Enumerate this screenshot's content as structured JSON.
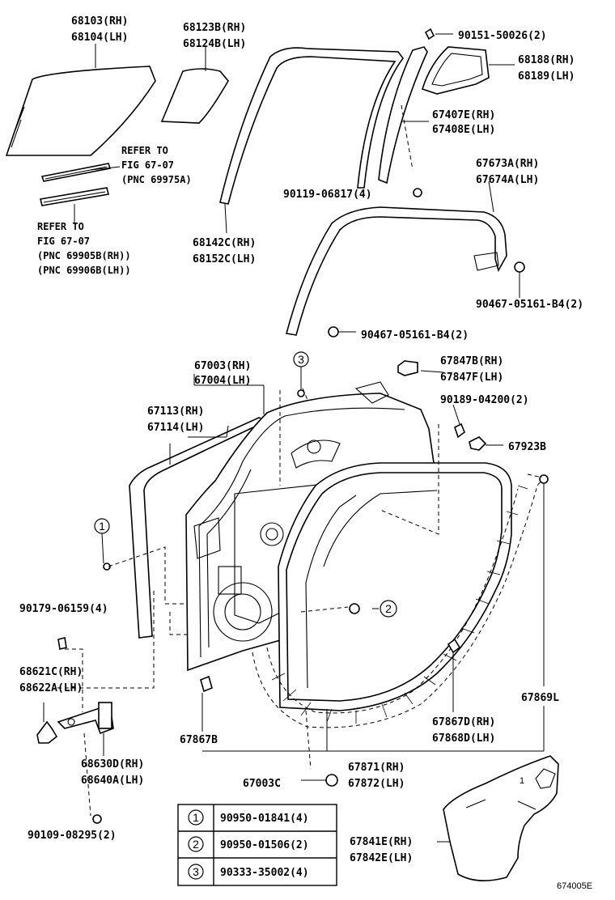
{
  "labels": {
    "l68103": "68103(RH)",
    "l68104": "68104(LH)",
    "l68123b": "68123B(RH)",
    "l68124b": "68124B(LH)",
    "l90151": "90151-50026(2)",
    "l68188": "68188(RH)",
    "l68189": "68189(LH)",
    "l67407e": "67407E(RH)",
    "l67408e": "67408E(LH)",
    "ref1_a": "REFER TO",
    "ref1_b": "FIG 67-07",
    "ref1_c": "(PNC 69975A)",
    "l90119": "90119-06817(4)",
    "l67673a": "67673A(RH)",
    "l67674a": "67674A(LH)",
    "ref2_a": "REFER TO",
    "ref2_b": "FIG 67-07",
    "ref2_c": "(PNC 69905B(RH))",
    "ref2_d": "(PNC 69906B(LH))",
    "l68142c": "68142C(RH)",
    "l68152c": "68152C(LH)",
    "l90467a": "90467-05161-B4(2)",
    "l90467b": "90467-05161-B4(2)",
    "l67003": "67003(RH)",
    "l67004": "67004(LH)",
    "l67847b": "67847B(RH)",
    "l67847f": "67847F(LH)",
    "l67113": "67113(RH)",
    "l67114": "67114(LH)",
    "l90189": "90189-04200(2)",
    "l67923b": "67923B",
    "l90179": "90179-06159(4)",
    "l68621c": "68621C(RH)",
    "l68622a": "68622A(LH)",
    "l67869l": "67869L",
    "l67867d": "67867D(RH)",
    "l67868d": "67868D(LH)",
    "l67867b": "67867B",
    "l68630d": "68630D(RH)",
    "l68640a": "68640A(LH)",
    "l67871": "67871(RH)",
    "l67872": "67872(LH)",
    "l67003c": "67003C",
    "l90109": "90109-08295(2)",
    "l67841e": "67841E(RH)",
    "l67842e": "67842E(LH)",
    "pad_mark": "1"
  },
  "callouts": {
    "c1": "1",
    "c2": "2",
    "c3": "3"
  },
  "table": {
    "rows": [
      {
        "num": "1",
        "part": "90950-01841(4)"
      },
      {
        "num": "2",
        "part": "90950-01506(2)"
      },
      {
        "num": "3",
        "part": "90333-35002(4)"
      }
    ]
  },
  "figure_code": "674005E"
}
